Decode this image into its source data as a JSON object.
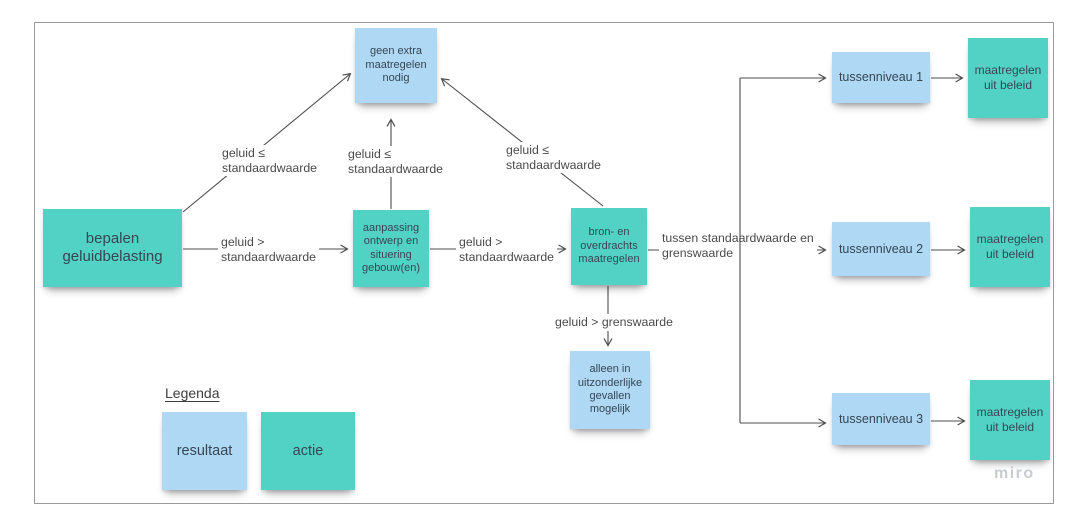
{
  "board": {
    "watermark": "miro"
  },
  "colors": {
    "actie": "#52d2c5",
    "resultaat": "#aed8f4",
    "line": "#4d4d4d"
  },
  "nodes": {
    "bepalen": {
      "text": "bepalen geluidbelasting",
      "kind": "actie"
    },
    "geen_extra": {
      "text": "geen extra maatregelen nodig",
      "kind": "resultaat"
    },
    "aanpassing": {
      "text": "aanpassing ontwerp en situering gebouw(en)",
      "kind": "actie"
    },
    "bron": {
      "text": "bron- en overdrachts maatregelen",
      "kind": "actie"
    },
    "alleen": {
      "text": "alleen in uitzonderlijke gevallen mogelijk",
      "kind": "resultaat"
    },
    "tussenniveau1": {
      "text": "tussenniveau 1",
      "kind": "resultaat"
    },
    "tussenniveau2": {
      "text": "tussenniveau 2",
      "kind": "resultaat"
    },
    "tussenniveau3": {
      "text": "tussenniveau 3",
      "kind": "resultaat"
    },
    "beleid1": {
      "text": "maatregelen uit beleid",
      "kind": "actie"
    },
    "beleid2": {
      "text": "maatregelen uit beleid",
      "kind": "actie"
    },
    "beleid3": {
      "text": "maatregelen uit beleid",
      "kind": "actie"
    }
  },
  "edge_labels": {
    "le_std_left": "geluid ≤\nstandaardwaarde",
    "le_std_mid": "geluid ≤\nstandaardwaarde",
    "le_std_right": "geluid ≤\nstandaardwaarde",
    "gt_std_left": "geluid >\nstandaardwaarde",
    "gt_std_mid": "geluid >\nstandaardwaarde",
    "tussen_std_grens": "tussen standaardwaarde en\ngrenswaarde",
    "gt_grens": "geluid > grenswaarde"
  },
  "legend": {
    "title": "Legenda",
    "items": [
      {
        "label": "resultaat",
        "kind": "resultaat"
      },
      {
        "label": "actie",
        "kind": "actie"
      }
    ]
  }
}
